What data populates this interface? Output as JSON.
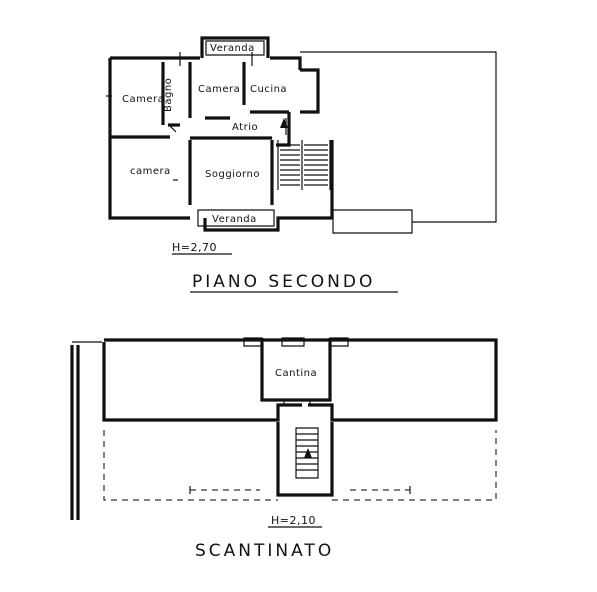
{
  "floors": [
    {
      "title": "PIANO SECONDO",
      "height_label": "H=2,70",
      "rooms": [
        {
          "id": "veranda-top",
          "label": "Veranda"
        },
        {
          "id": "camera-1",
          "label": "Camera"
        },
        {
          "id": "bagno",
          "label": "Bagno"
        },
        {
          "id": "camera-2",
          "label": "Camera"
        },
        {
          "id": "cucina",
          "label": "Cucina"
        },
        {
          "id": "atrio",
          "label": "Atrio"
        },
        {
          "id": "camera-3",
          "label": "camera"
        },
        {
          "id": "soggiorno",
          "label": "Soggiorno"
        },
        {
          "id": "veranda-bottom",
          "label": "Veranda"
        }
      ]
    },
    {
      "title": "SCANTINATO",
      "height_label": "H=2,10",
      "rooms": [
        {
          "id": "cantina",
          "label": "Cantina"
        }
      ]
    }
  ]
}
